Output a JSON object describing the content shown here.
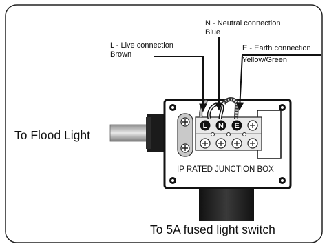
{
  "labels": {
    "live_line1": "L - Live connection",
    "live_line2": "Brown",
    "neutral_line1": "N - Neutral connection",
    "neutral_line2": "Blue",
    "earth_line1": "E - Earth connection",
    "earth_line2": "Yellow/Green",
    "flood_light": "To Flood Light",
    "box_label": "IP RATED JUNCTION BOX",
    "switch": "To 5A fused light switch"
  },
  "terminals": [
    "L",
    "N",
    "E"
  ],
  "icons": [
    "cable-gland-icon",
    "screw-icon",
    "terminal-block-icon",
    "arrow-icon"
  ],
  "colors": {
    "stroke": "#111111",
    "cable": "#bfbfbf",
    "gland": "#1c1c1c",
    "terminal": "#e6e6e6"
  }
}
